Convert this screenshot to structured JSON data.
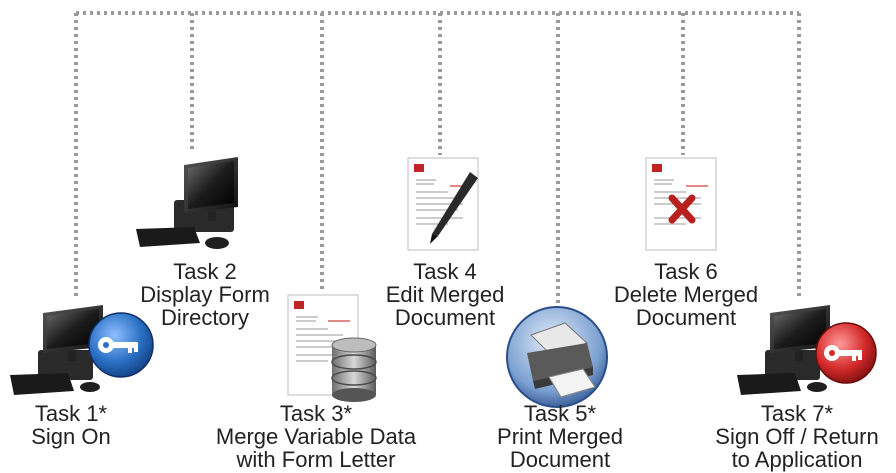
{
  "tasks": [
    {
      "title": "Task 1*",
      "lines": [
        "Sign On"
      ],
      "icon": "computer-with-blue-key-icon"
    },
    {
      "title": "Task 2",
      "lines": [
        "Display Form",
        "Directory"
      ],
      "icon": "computer-icon"
    },
    {
      "title": "Task 3*",
      "lines": [
        "Merge Variable Data",
        "with Form Letter"
      ],
      "icon": "document-with-database-icon"
    },
    {
      "title": "Task 4",
      "lines": [
        "Edit Merged",
        "Document"
      ],
      "icon": "document-with-pen-icon"
    },
    {
      "title": "Task 5*",
      "lines": [
        "Print Merged",
        "Document"
      ],
      "icon": "printer-icon"
    },
    {
      "title": "Task 6",
      "lines": [
        "Delete Merged",
        "Document"
      ],
      "icon": "document-with-red-x-icon"
    },
    {
      "title": "Task 7*",
      "lines": [
        "Sign Off / Return",
        "to Application"
      ],
      "icon": "computer-with-red-key-icon"
    }
  ],
  "colors": {
    "connector": "#9a9a9a",
    "text": "#222222",
    "blue_key_badge": "#2a6fc4",
    "red_key_badge": "#d42a2a",
    "delete_x": "#b8201e",
    "monitor": "#2b2b2b"
  }
}
